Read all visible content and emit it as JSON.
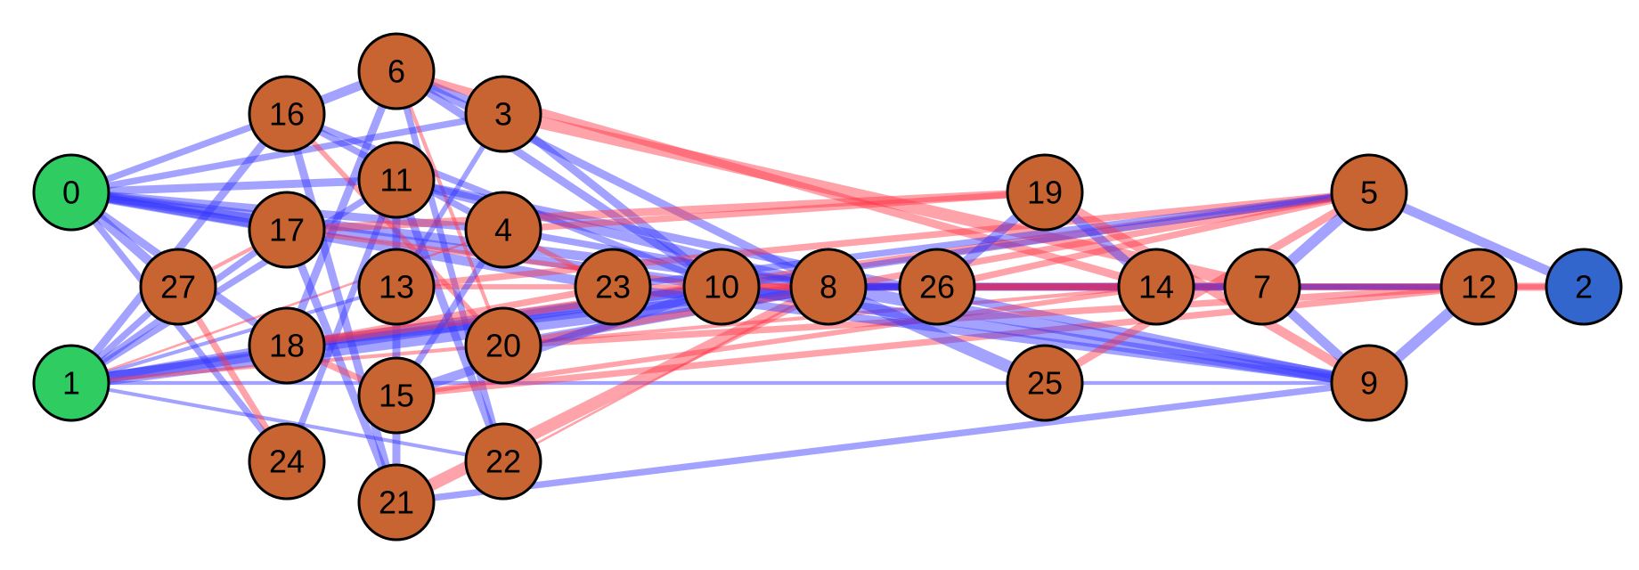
{
  "colors": {
    "input_node": "#2ECC61",
    "output_node": "#3366CC",
    "hidden_node": "#C86432",
    "node_stroke": "#000000",
    "edge_positive": "#3333FF",
    "edge_negative": "#FF3344"
  },
  "nodes": [
    {
      "id": "0",
      "type": "input"
    },
    {
      "id": "1",
      "type": "input"
    },
    {
      "id": "2",
      "type": "output"
    },
    {
      "id": "3",
      "type": "hidden"
    },
    {
      "id": "4",
      "type": "hidden"
    },
    {
      "id": "5",
      "type": "hidden"
    },
    {
      "id": "6",
      "type": "hidden"
    },
    {
      "id": "7",
      "type": "hidden"
    },
    {
      "id": "8",
      "type": "hidden"
    },
    {
      "id": "9",
      "type": "hidden"
    },
    {
      "id": "10",
      "type": "hidden"
    },
    {
      "id": "11",
      "type": "hidden"
    },
    {
      "id": "12",
      "type": "hidden"
    },
    {
      "id": "13",
      "type": "hidden"
    },
    {
      "id": "14",
      "type": "hidden"
    },
    {
      "id": "15",
      "type": "hidden"
    },
    {
      "id": "16",
      "type": "hidden"
    },
    {
      "id": "17",
      "type": "hidden"
    },
    {
      "id": "18",
      "type": "hidden"
    },
    {
      "id": "19",
      "type": "hidden"
    },
    {
      "id": "20",
      "type": "hidden"
    },
    {
      "id": "21",
      "type": "hidden"
    },
    {
      "id": "22",
      "type": "hidden"
    },
    {
      "id": "23",
      "type": "hidden"
    },
    {
      "id": "24",
      "type": "hidden"
    },
    {
      "id": "25",
      "type": "hidden"
    },
    {
      "id": "26",
      "type": "hidden"
    },
    {
      "id": "27",
      "type": "hidden"
    }
  ],
  "edges": [
    {
      "from": "0",
      "to": "16",
      "sign": "positive",
      "weight": 0.4
    },
    {
      "from": "0",
      "to": "3",
      "sign": "positive",
      "weight": 0.4
    },
    {
      "from": "0",
      "to": "11",
      "sign": "positive",
      "weight": 0.5
    },
    {
      "from": "0",
      "to": "17",
      "sign": "positive",
      "weight": 0.5
    },
    {
      "from": "0",
      "to": "27",
      "sign": "positive",
      "weight": 0.6
    },
    {
      "from": "0",
      "to": "4",
      "sign": "positive",
      "weight": 0.5
    },
    {
      "from": "0",
      "to": "23",
      "sign": "positive",
      "weight": 0.6
    },
    {
      "from": "0",
      "to": "10",
      "sign": "positive",
      "weight": 0.6
    },
    {
      "from": "0",
      "to": "8",
      "sign": "positive",
      "weight": 0.6
    },
    {
      "from": "0",
      "to": "18",
      "sign": "positive",
      "weight": 0.5
    },
    {
      "from": "0",
      "to": "24",
      "sign": "positive",
      "weight": 0.4
    },
    {
      "from": "1",
      "to": "16",
      "sign": "positive",
      "weight": 0.5
    },
    {
      "from": "1",
      "to": "11",
      "sign": "positive",
      "weight": 0.4
    },
    {
      "from": "1",
      "to": "17",
      "sign": "positive",
      "weight": 0.4
    },
    {
      "from": "1",
      "to": "27",
      "sign": "positive",
      "weight": 0.4
    },
    {
      "from": "1",
      "to": "13",
      "sign": "positive",
      "weight": 0.2
    },
    {
      "from": "1",
      "to": "18",
      "sign": "positive",
      "weight": 0.5
    },
    {
      "from": "1",
      "to": "8",
      "sign": "positive",
      "weight": 0.9
    },
    {
      "from": "1",
      "to": "10",
      "sign": "positive",
      "weight": 0.7
    },
    {
      "from": "1",
      "to": "22",
      "sign": "positive",
      "weight": 0.2
    },
    {
      "from": "1",
      "to": "4",
      "sign": "negative",
      "weight": 0.1
    },
    {
      "from": "1",
      "to": "9",
      "sign": "positive",
      "weight": 0.2
    },
    {
      "from": "1",
      "to": "14",
      "sign": "negative",
      "weight": 0.2
    },
    {
      "from": "16",
      "to": "6",
      "sign": "positive",
      "weight": 0.6
    },
    {
      "from": "16",
      "to": "21",
      "sign": "positive",
      "weight": 0.5
    },
    {
      "from": "16",
      "to": "10",
      "sign": "positive",
      "weight": 0.4
    },
    {
      "from": "16",
      "to": "20",
      "sign": "negative",
      "weight": 0.3
    },
    {
      "from": "16",
      "to": "4",
      "sign": "positive",
      "weight": 0.4
    },
    {
      "from": "6",
      "to": "3",
      "sign": "positive",
      "weight": 0.5
    },
    {
      "from": "6",
      "to": "10",
      "sign": "positive",
      "weight": 0.5
    },
    {
      "from": "6",
      "to": "14",
      "sign": "negative",
      "weight": 0.5
    },
    {
      "from": "6",
      "to": "20",
      "sign": "negative",
      "weight": 0.2
    },
    {
      "from": "6",
      "to": "18",
      "sign": "positive",
      "weight": 0.5
    },
    {
      "from": "6",
      "to": "8",
      "sign": "positive",
      "weight": 0.5
    },
    {
      "from": "6",
      "to": "22",
      "sign": "positive",
      "weight": 0.4
    },
    {
      "from": "3",
      "to": "7",
      "sign": "negative",
      "weight": 0.8
    },
    {
      "from": "3",
      "to": "10",
      "sign": "positive",
      "weight": 0.5
    },
    {
      "from": "3",
      "to": "13",
      "sign": "positive",
      "weight": 0.3
    },
    {
      "from": "11",
      "to": "21",
      "sign": "positive",
      "weight": 0.5
    },
    {
      "from": "11",
      "to": "8",
      "sign": "positive",
      "weight": 0.6
    },
    {
      "from": "11",
      "to": "22",
      "sign": "positive",
      "weight": 0.5
    },
    {
      "from": "11",
      "to": "24",
      "sign": "positive",
      "weight": 0.4
    },
    {
      "from": "11",
      "to": "9",
      "sign": "positive",
      "weight": 0.5
    },
    {
      "from": "17",
      "to": "19",
      "sign": "negative",
      "weight": 0.5
    },
    {
      "from": "17",
      "to": "21",
      "sign": "positive",
      "weight": 0.5
    },
    {
      "from": "17",
      "to": "10",
      "sign": "negative",
      "weight": 0.3
    },
    {
      "from": "17",
      "to": "27",
      "sign": "negative",
      "weight": 0.2
    },
    {
      "from": "27",
      "to": "24",
      "sign": "negative",
      "weight": 0.4
    },
    {
      "from": "18",
      "to": "8",
      "sign": "positive",
      "weight": 0.5
    },
    {
      "from": "18",
      "to": "10",
      "sign": "positive",
      "weight": 0.6
    },
    {
      "from": "18",
      "to": "15",
      "sign": "negative",
      "weight": 0.4
    },
    {
      "from": "18",
      "to": "5",
      "sign": "negative",
      "weight": 0.5
    },
    {
      "from": "18",
      "to": "23",
      "sign": "negative",
      "weight": 0.4
    },
    {
      "from": "13",
      "to": "5",
      "sign": "negative",
      "weight": 0.4
    },
    {
      "from": "13",
      "to": "26",
      "sign": "negative",
      "weight": 0.3
    },
    {
      "from": "4",
      "to": "8",
      "sign": "positive",
      "weight": 0.4
    },
    {
      "from": "4",
      "to": "19",
      "sign": "negative",
      "weight": 0.4
    },
    {
      "from": "4",
      "to": "23",
      "sign": "negative",
      "weight": 0.3
    },
    {
      "from": "4",
      "to": "15",
      "sign": "positive",
      "weight": 0.4
    },
    {
      "from": "20",
      "to": "8",
      "sign": "positive",
      "weight": 0.6
    },
    {
      "from": "20",
      "to": "5",
      "sign": "negative",
      "weight": 0.4
    },
    {
      "from": "20",
      "to": "12",
      "sign": "negative",
      "weight": 0.4
    },
    {
      "from": "15",
      "to": "10",
      "sign": "positive",
      "weight": 0.6
    },
    {
      "from": "15",
      "to": "12",
      "sign": "negative",
      "weight": 0.4
    },
    {
      "from": "15",
      "to": "14",
      "sign": "negative",
      "weight": 0.3
    },
    {
      "from": "21",
      "to": "8",
      "sign": "negative",
      "weight": 0.8
    },
    {
      "from": "21",
      "to": "9",
      "sign": "positive",
      "weight": 0.4
    },
    {
      "from": "22",
      "to": "8",
      "sign": "negative",
      "weight": 0.1
    },
    {
      "from": "23",
      "to": "5",
      "sign": "positive",
      "weight": 0.4
    },
    {
      "from": "23",
      "to": "9",
      "sign": "positive",
      "weight": 0.5
    },
    {
      "from": "10",
      "to": "14",
      "sign": "negative",
      "weight": 0.5
    },
    {
      "from": "10",
      "to": "12",
      "sign": "negative",
      "weight": 0.4
    },
    {
      "from": "10",
      "to": "9",
      "sign": "positive",
      "weight": 0.7
    },
    {
      "from": "10",
      "to": "5",
      "sign": "positive",
      "weight": 0.4
    },
    {
      "from": "8",
      "to": "12",
      "sign": "positive",
      "weight": 0.4
    },
    {
      "from": "8",
      "to": "25",
      "sign": "positive",
      "weight": 0.8
    },
    {
      "from": "8",
      "to": "9",
      "sign": "positive",
      "weight": 0.8
    },
    {
      "from": "8",
      "to": "14",
      "sign": "positive",
      "weight": 0.5
    },
    {
      "from": "8",
      "to": "26",
      "sign": "positive",
      "weight": 0.4
    },
    {
      "from": "8",
      "to": "7",
      "sign": "positive",
      "weight": 0.2
    },
    {
      "from": "26",
      "to": "19",
      "sign": "positive",
      "weight": 0.6
    },
    {
      "from": "26",
      "to": "5",
      "sign": "negative",
      "weight": 0.4
    },
    {
      "from": "26",
      "to": "12",
      "sign": "negative",
      "weight": 0.4
    },
    {
      "from": "26",
      "to": "2",
      "sign": "negative",
      "weight": 0.3
    },
    {
      "from": "19",
      "to": "14",
      "sign": "positive",
      "weight": 0.6
    },
    {
      "from": "19",
      "to": "9",
      "sign": "negative",
      "weight": 0.6
    },
    {
      "from": "25",
      "to": "5",
      "sign": "negative",
      "weight": 0.5
    },
    {
      "from": "14",
      "to": "7",
      "sign": "positive",
      "weight": 0.5
    },
    {
      "from": "7",
      "to": "5",
      "sign": "positive",
      "weight": 0.7
    },
    {
      "from": "7",
      "to": "9",
      "sign": "positive",
      "weight": 0.6
    },
    {
      "from": "7",
      "to": "12",
      "sign": "positive",
      "weight": 0.3
    },
    {
      "from": "5",
      "to": "2",
      "sign": "positive",
      "weight": 0.6
    },
    {
      "from": "9",
      "to": "12",
      "sign": "positive",
      "weight": 0.7
    },
    {
      "from": "12",
      "to": "2",
      "sign": "negative",
      "weight": 0.5
    }
  ]
}
